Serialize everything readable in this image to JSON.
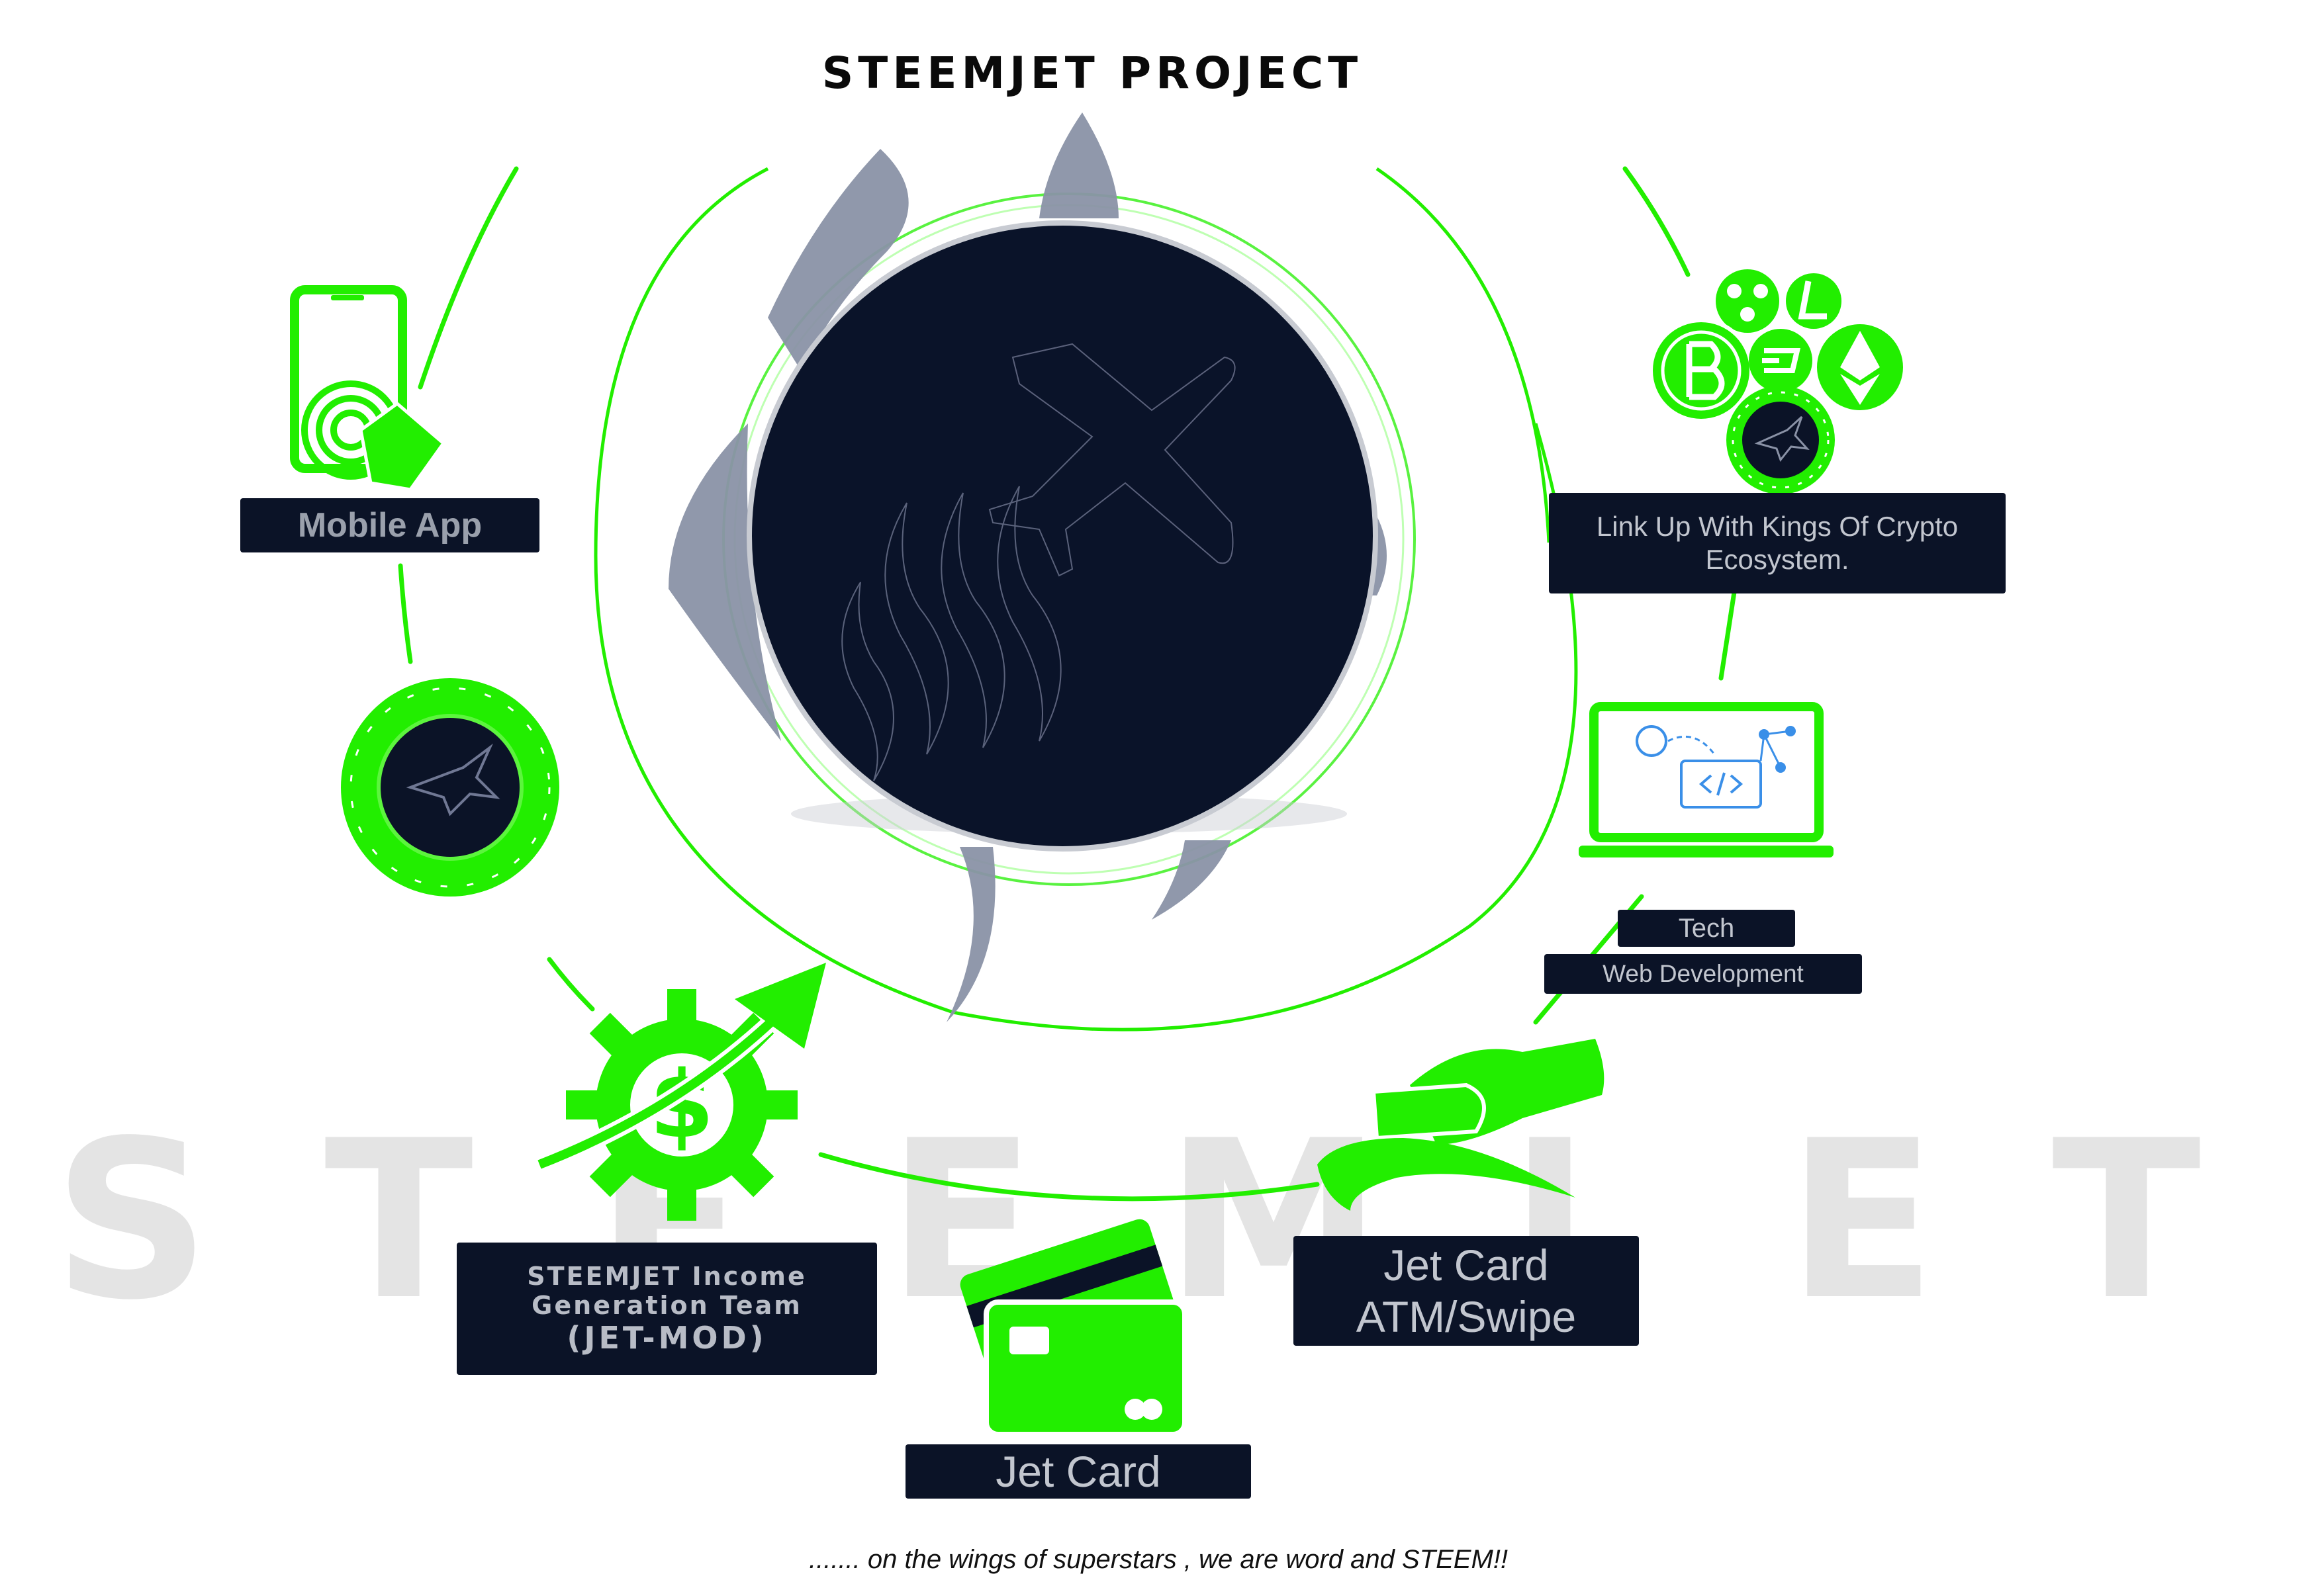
{
  "title": "STEEMJET PROJECT",
  "watermark_letters": [
    "S",
    "T",
    "E",
    "E",
    "M",
    "J",
    "E",
    "T"
  ],
  "labels": {
    "mobile_app": "Mobile App",
    "crypto": "Link Up With Kings Of Crypto Ecosystem.",
    "tech": "Tech",
    "web_dev": "Web Development",
    "income_line1": "STEEMJET Income",
    "income_line2": "Generation Team",
    "income_line3": "(JET-MOD)",
    "jet_card": "Jet Card",
    "jet_card_atm_line1": "Jet Card",
    "jet_card_atm_line2": "ATM/Swipe"
  },
  "tagline": "....... on the wings of superstars , we are word and STEEM!!",
  "colors": {
    "green": "#22ee00",
    "navy": "#0b1327",
    "wing": "#8a92a6",
    "watermark": "#e4e4e4"
  },
  "icons": {
    "mobile": "touch-phone-icon",
    "token": "steemjet-token-icon",
    "crypto_cluster": "crypto-coins-icon",
    "laptop": "laptop-code-icon",
    "income": "gear-dollar-growth-icon",
    "card": "credit-card-icon",
    "atm": "hand-card-icon",
    "center_logo": "steemjet-logo-icon",
    "bitcoin": "bitcoin-icon",
    "ripple": "ripple-icon",
    "litecoin": "litecoin-icon",
    "dash": "dash-icon",
    "ethereum": "ethereum-icon"
  }
}
